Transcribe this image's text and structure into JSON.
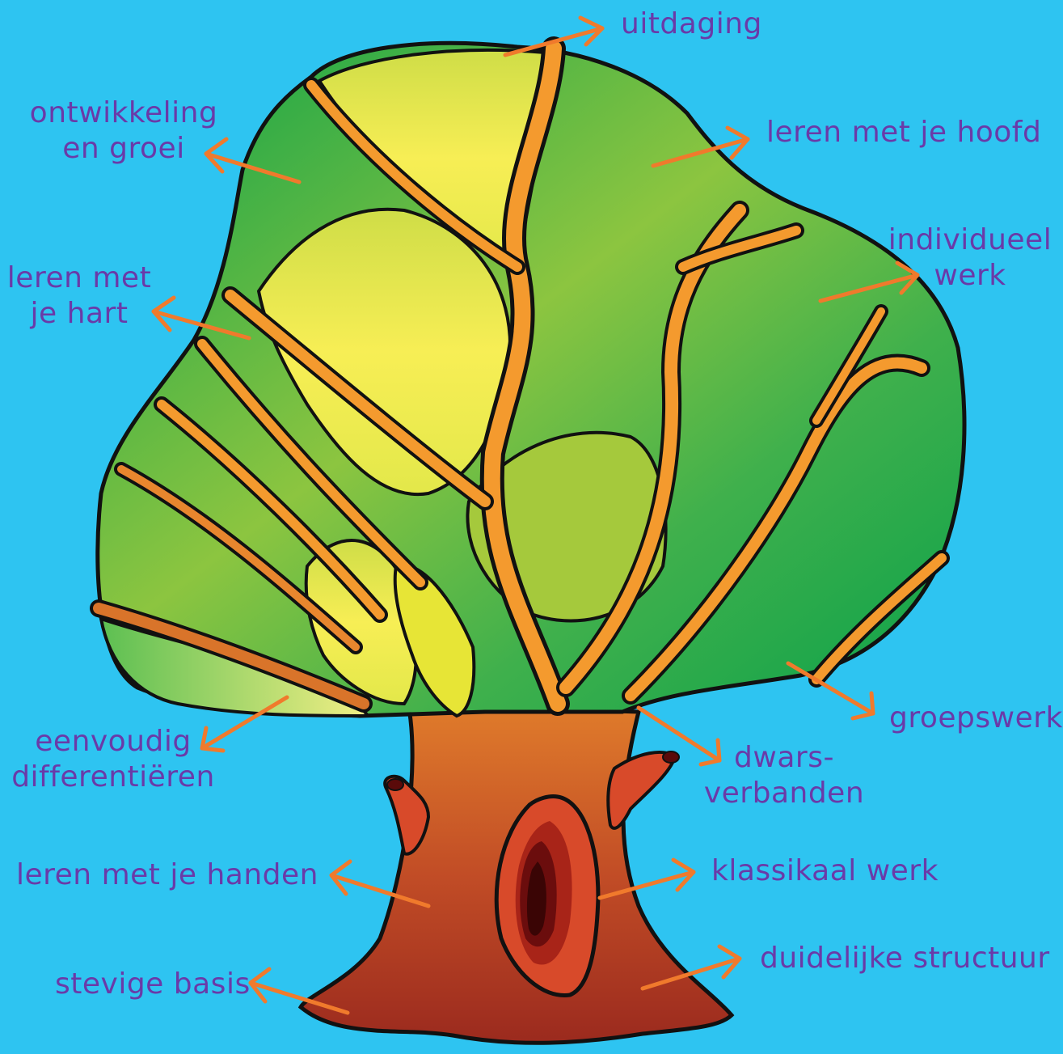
{
  "colors": {
    "background": "#2ec4f1",
    "label": "#6a3aa8",
    "arrow": "#f07a2c",
    "crown_dark": "#0aa14a",
    "crown_mid": "#8cc540",
    "crown_light": "#f7ee55",
    "branch": "#f49a2e",
    "trunk_top": "#d9742a",
    "trunk_bottom": "#9b2a1e",
    "outline": "#111111"
  },
  "labels": {
    "uitdaging": "uitdaging",
    "ontwikkeling_1": "ontwikkeling",
    "ontwikkeling_2": "en groei",
    "hoofd": "leren met je hoofd",
    "hart_1": "leren met",
    "hart_2": "je hart",
    "individueel_1": "individueel",
    "individueel_2": "werk",
    "groepswerk": "groepswerk",
    "eenvoudig_1": "eenvoudig",
    "eenvoudig_2": "differentiëren",
    "dwars_1": "dwars-",
    "dwars_2": "verbanden",
    "handen": "leren met je handen",
    "klassikaal": "klassikaal werk",
    "stevige": "stevige basis",
    "structuur": "duidelijke structuur"
  }
}
